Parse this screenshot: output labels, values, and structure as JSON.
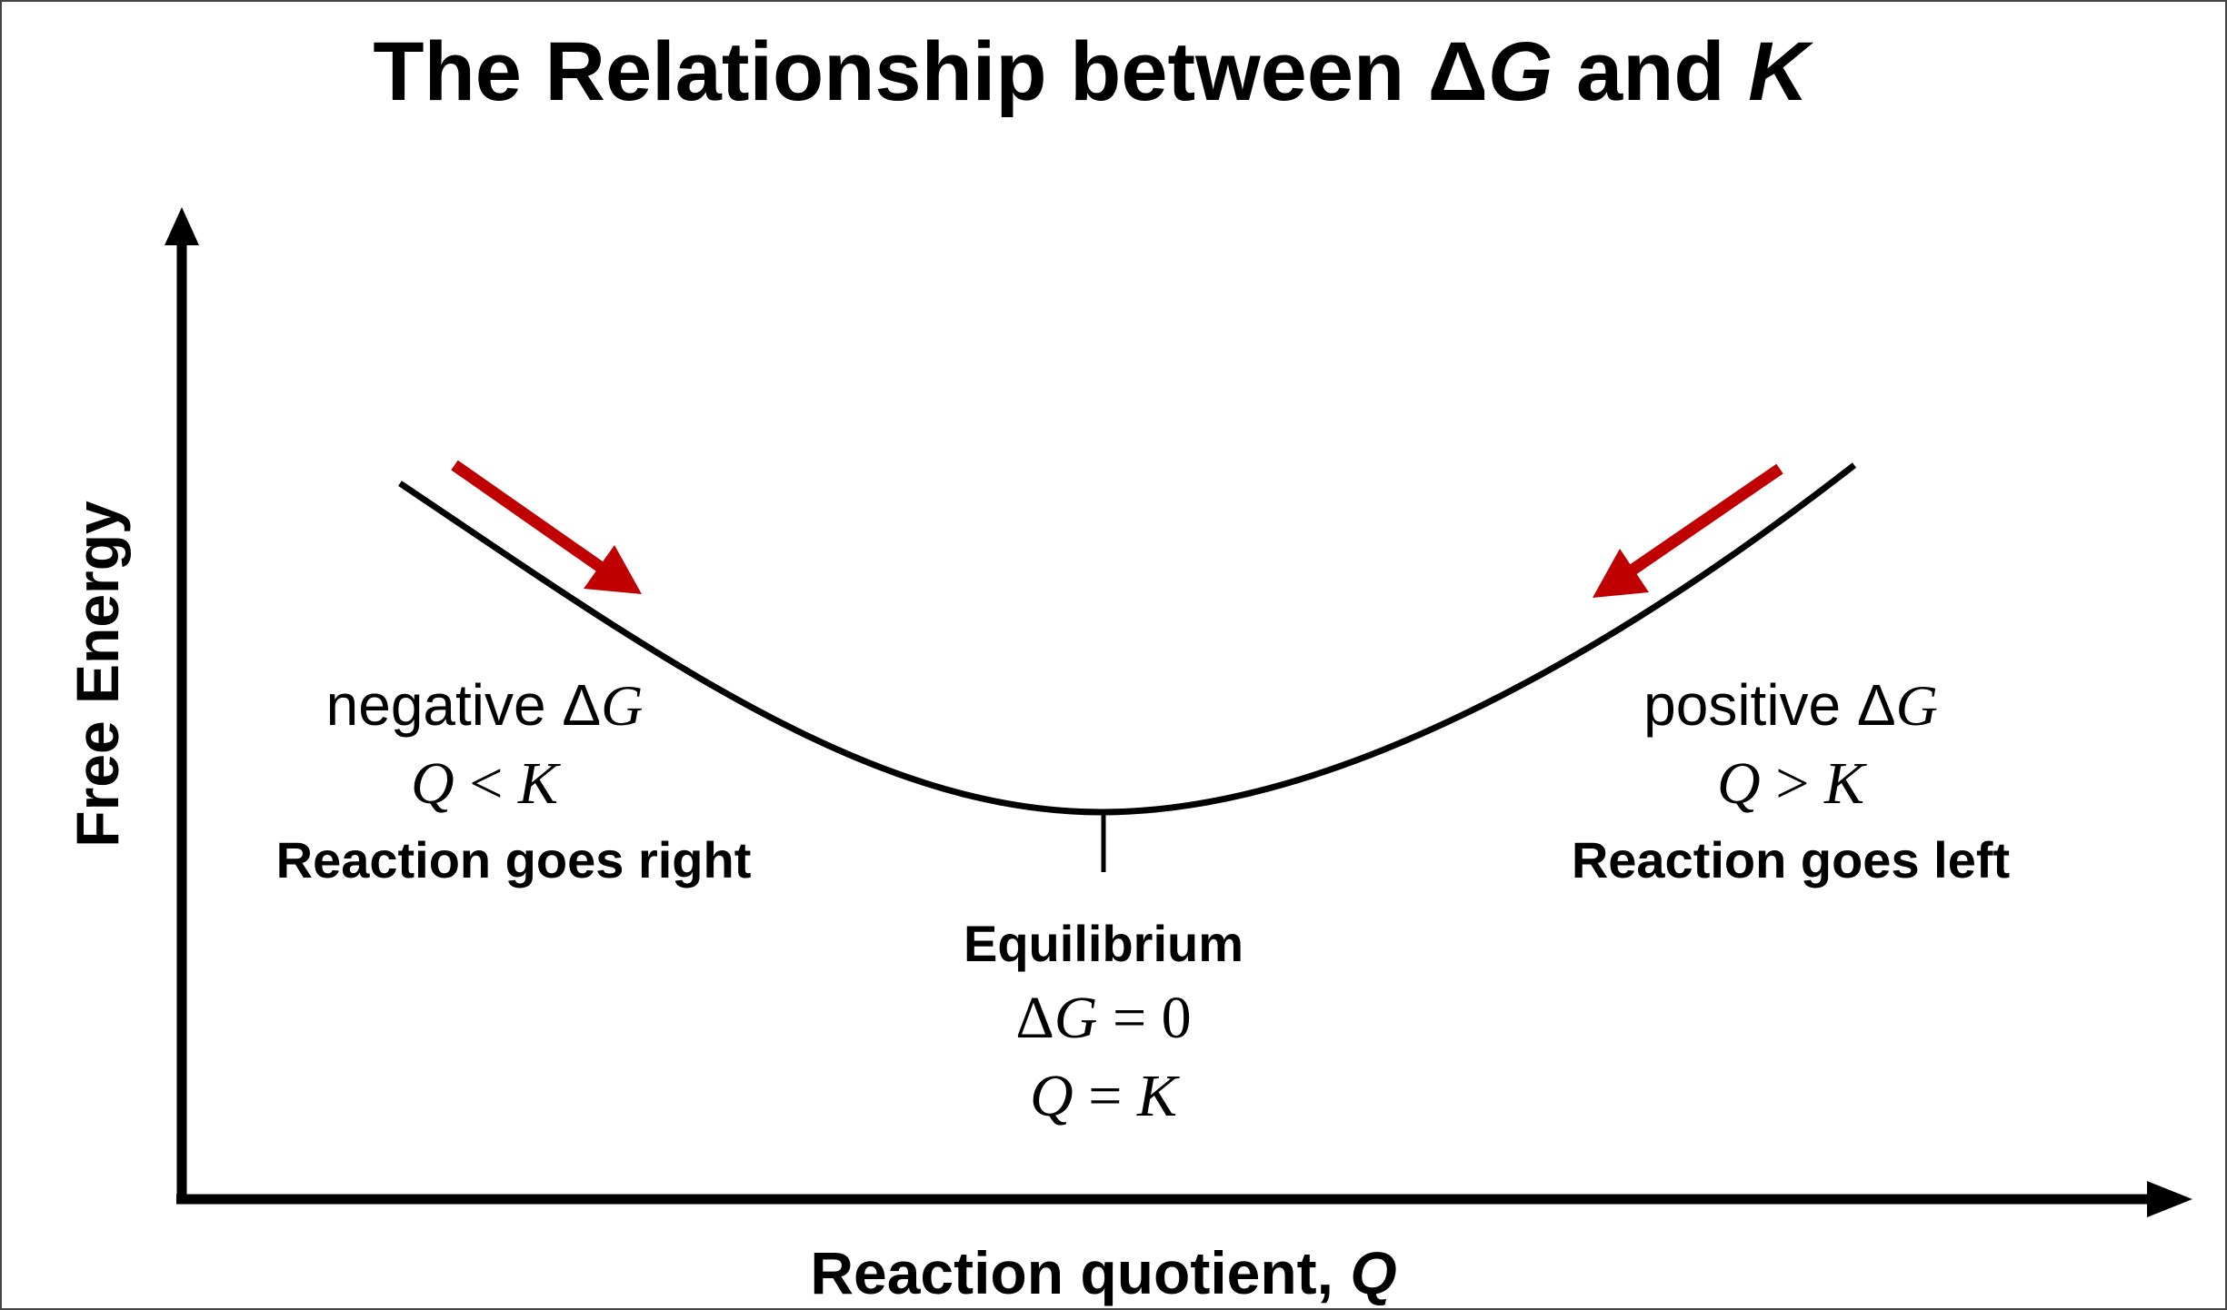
{
  "diagram": {
    "title": {
      "prefix": "The Relationship between Δ",
      "g": "G",
      "mid": " and ",
      "k": "K"
    },
    "axes": {
      "y_label": "Free Energy",
      "x_label_prefix": "Reaction quotient, ",
      "x_label_var": "Q"
    },
    "left_region": {
      "sign_word": "negative Δ",
      "sign_var": "G",
      "cond_q": "Q",
      "cond_op": " < ",
      "cond_k": "K",
      "direction": "Reaction goes right"
    },
    "right_region": {
      "sign_word": "positive Δ",
      "sign_var": "G",
      "cond_q": "Q",
      "cond_op": " > ",
      "cond_k": "K",
      "direction": "Reaction goes left"
    },
    "equilibrium": {
      "label": "Equilibrium",
      "dg_delta": "Δ",
      "dg_var": "G",
      "dg_rest": " = 0",
      "q_var": "Q",
      "q_op": " = ",
      "k_var": "K"
    },
    "colors": {
      "curve": "#000000",
      "axis": "#000000",
      "arrow": "#c00000",
      "border": "#444444"
    }
  }
}
